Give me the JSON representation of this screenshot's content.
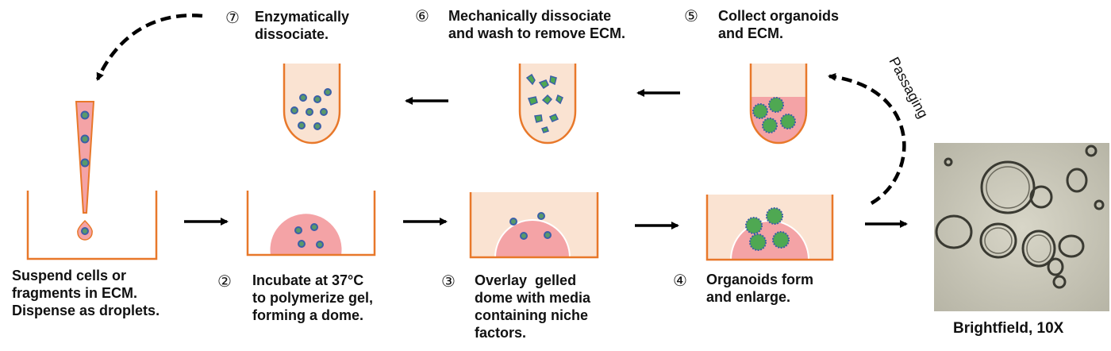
{
  "steps": {
    "step1": {
      "lines": [
        "Suspend cells or",
        "fragments in ECM.",
        "Dispense as droplets."
      ]
    },
    "step2": {
      "number": "②",
      "lines": [
        "Incubate at 37°C",
        "to polymerize gel,",
        "forming a dome."
      ]
    },
    "step3": {
      "number": "③",
      "lines": [
        "Overlay  gelled",
        "dome with media",
        "containing niche",
        "factors."
      ]
    },
    "step4": {
      "number": "④",
      "lines": [
        "Organoids form",
        "and enlarge."
      ]
    },
    "step5": {
      "number": "⑤",
      "lines": [
        "Collect organoids",
        "and ECM."
      ]
    },
    "step6": {
      "number": "⑥",
      "lines": [
        "Mechanically dissociate",
        "and wash to remove ECM."
      ]
    },
    "step7": {
      "number": "⑦",
      "lines": [
        "Enzymatically",
        "dissociate."
      ]
    }
  },
  "passaging_label": "Passaging",
  "image_caption": "Brightfield, 10X",
  "colors": {
    "outline": "#e8782a",
    "media": "#fae3d2",
    "gel": "#f4a3a6",
    "cell_fill": "#5a9a6a",
    "cell_stroke": "#3b5fa8",
    "organoid": "#4fa852",
    "arrow": "#000000"
  }
}
